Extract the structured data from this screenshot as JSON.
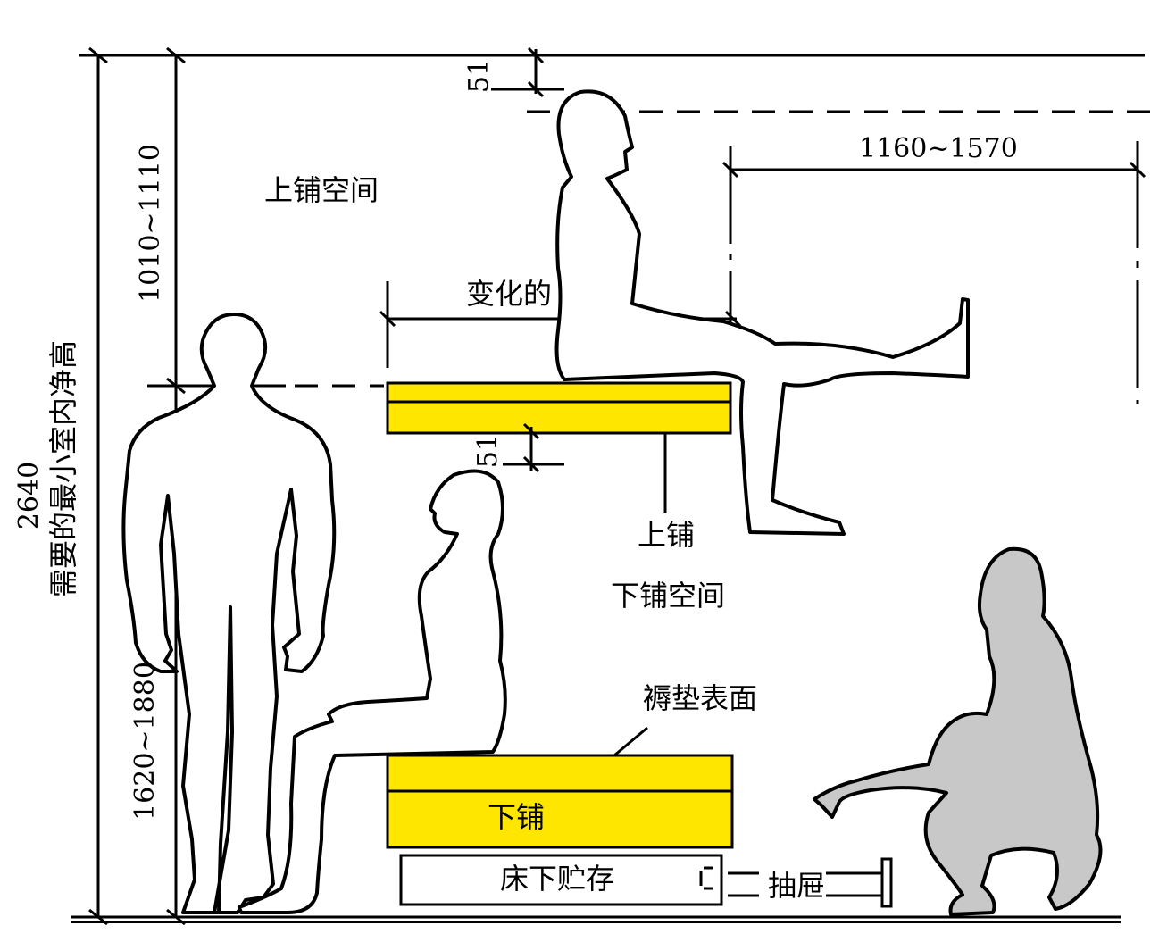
{
  "labels": {
    "total_height": "2640",
    "total_height_caption": "需要的最小室内净高",
    "upper_height": "1010~1110",
    "lower_height": "1620~1880",
    "upper_space": "上铺空间",
    "variable": "变化的",
    "leg_reach": "1160~1570",
    "top_gap": "51",
    "bunk_thickness": "51",
    "upper_bunk": "上铺",
    "lower_space": "下铺空间",
    "mattress_surface": "褥垫表面",
    "lower_bunk": "下铺",
    "under_storage": "床下贮存",
    "drawer": "抽屉"
  },
  "colors": {
    "mattress": "#ffe600",
    "crouching_figure": "#c8c8c8",
    "line": "#000000"
  }
}
